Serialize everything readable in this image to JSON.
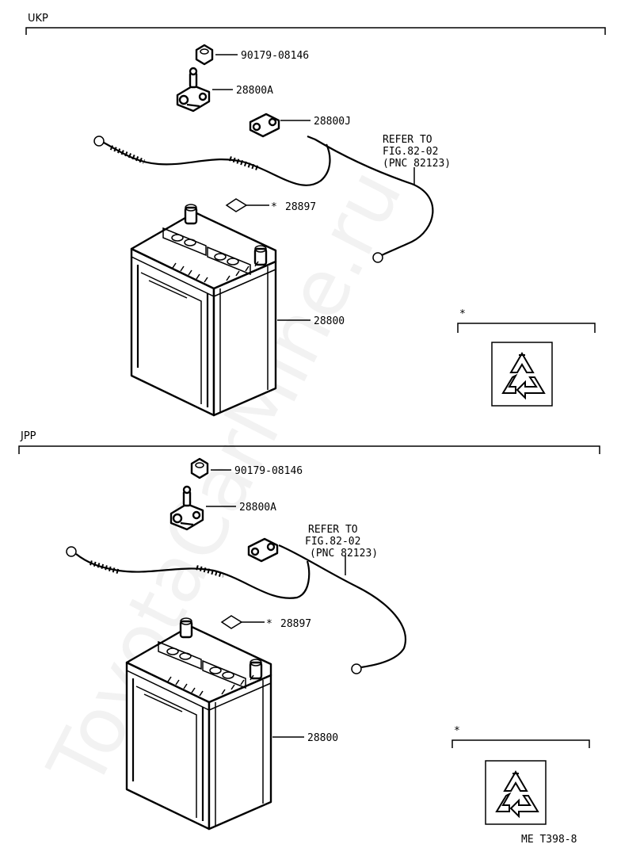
{
  "watermark": "ToyotaCarMine.ru",
  "sections": [
    {
      "code": "UKP",
      "labels": {
        "nut": "90179-08146",
        "terminal_a": "28800A",
        "terminal_j": "28800J",
        "refer_line1": "REFER TO",
        "refer_line2": "FIG.82-02",
        "refer_line3": "(PNC 82123)",
        "label_part": "28897",
        "battery": "28800"
      },
      "asterisk_marker": "*",
      "label_marker": "*",
      "recycle_icon": "recycle-icon"
    },
    {
      "code": "JPP",
      "labels": {
        "nut": "90179-08146",
        "terminal_a": "28800A",
        "refer_line1": "REFER TO",
        "refer_line2": "FIG.82-02",
        "refer_line3": "(PNC 82123)",
        "label_part": "28897",
        "battery": "28800"
      },
      "asterisk_marker": "*",
      "label_marker": "*",
      "recycle_icon": "recycle-icon"
    }
  ],
  "figure_code": "ME T398-8"
}
